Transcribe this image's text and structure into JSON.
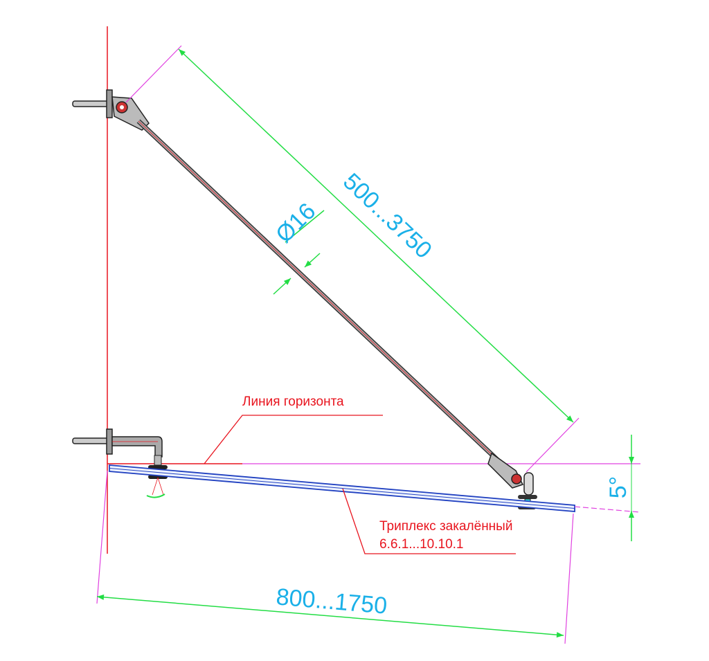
{
  "dimensions": {
    "rod_length": "500...3750",
    "rod_diameter": "Ø16",
    "angle": "5°",
    "projection": "800...1750"
  },
  "labels": {
    "horizon": "Линия горизонта",
    "glass_line1": "Триплекс закалённый",
    "glass_line2": "6.6.1...10.10.1"
  },
  "colors": {
    "dimension": "#1ab0e8",
    "dimension_line": "#22dd44",
    "extension": "#e040e0",
    "note": "#e8141e",
    "glass": "#2040c0"
  }
}
